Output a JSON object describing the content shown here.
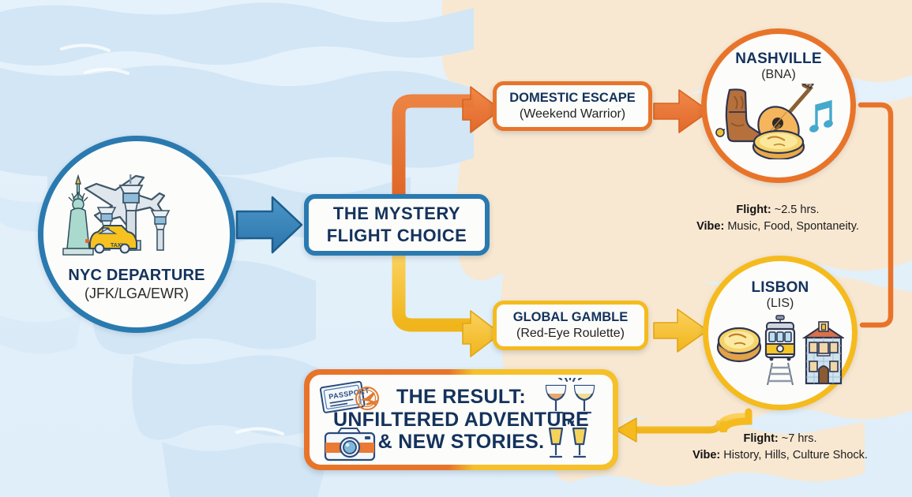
{
  "theme": {
    "blue": "#2a7ab0",
    "deep_navy": "#14325c",
    "orange": "#e8742a",
    "yellow": "#f5bb1e",
    "bg": "#e9f3fb",
    "land_left": "#d3e6f4",
    "land_right": "#f7e6ce"
  },
  "nodes": {
    "departure": {
      "title": "NYC DEPARTURE",
      "subtitle": "(JFK/LGA/EWR)",
      "icons": [
        "statue-of-liberty-icon",
        "airplane-icon",
        "control-tower-icon",
        "taxi-icon"
      ]
    },
    "decision": {
      "line1": "THE MYSTERY",
      "line2": "FLIGHT CHOICE"
    },
    "branch_domestic": {
      "title": "DOMESTIC ESCAPE",
      "subtitle": "(Weekend Warrior)"
    },
    "branch_global": {
      "title": "GLOBAL GAMBLE",
      "subtitle": "(Red-Eye Roulette)"
    },
    "nashville": {
      "title": "NASHVILLE",
      "code": "(BNA)",
      "icons": [
        "cowboy-boot-icon",
        "guitar-icon",
        "music-note-icon",
        "pie-icon"
      ]
    },
    "lisbon": {
      "title": "LISBON",
      "code": "(LIS)",
      "icons": [
        "pastel-de-nata-icon",
        "tram-icon",
        "azulejo-building-icon"
      ]
    },
    "result": {
      "line1": "THE RESULT:",
      "line2": "UNFILTERED ADVENTURE",
      "line3": "& NEW STORIES.",
      "icons": [
        "passport-icon",
        "camera-icon",
        "wine-cheers-icon",
        "champagne-cheers-icon"
      ]
    }
  },
  "captions": {
    "nashville": {
      "flight_label": "Flight:",
      "flight_value": "~2.5 hrs.",
      "vibe_label": "Vibe:",
      "vibe_value": "Music, Food, Spontaneity."
    },
    "lisbon": {
      "flight_label": "Flight:",
      "flight_value": "~7 hrs.",
      "vibe_label": "Vibe:",
      "vibe_value": "History, Hills, Culture Shock."
    }
  }
}
